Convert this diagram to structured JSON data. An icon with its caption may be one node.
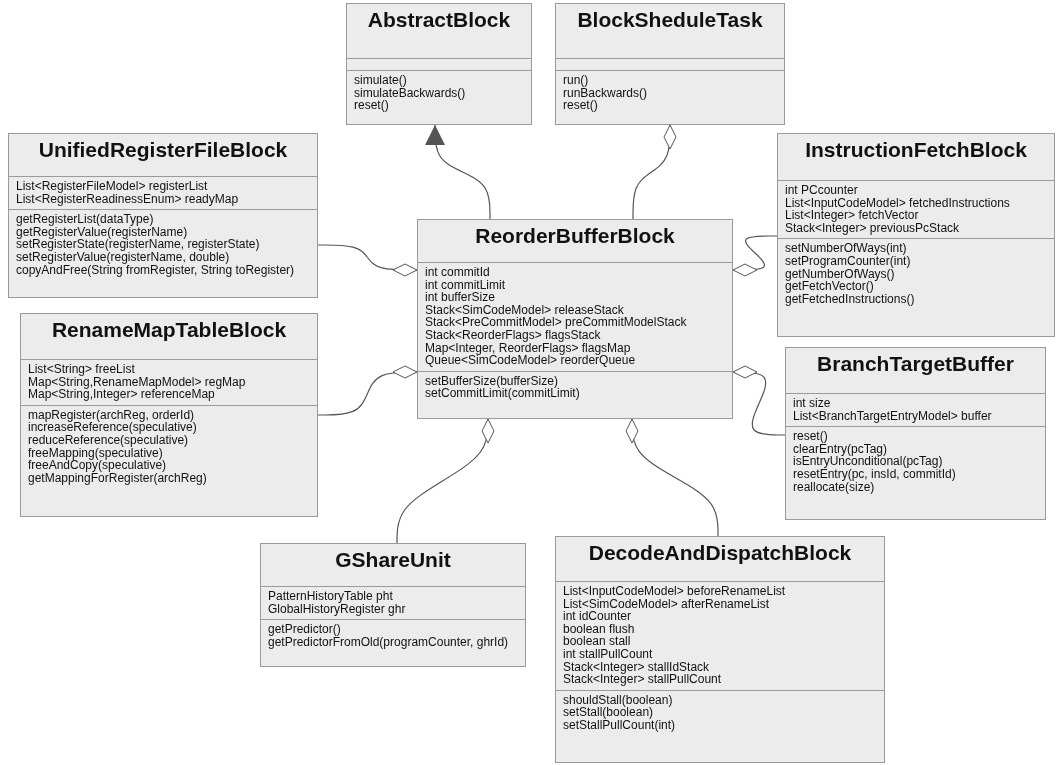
{
  "diagram": {
    "nodes": [
      {
        "text": [
          "AbstractBlock",
          "simulate()",
          "simulateBackwards()",
          "reset()"
        ]
      },
      {
        "text": [
          "BlockSheduleTask",
          "run()",
          "runBackwards()",
          "reset()"
        ]
      },
      {
        "text": [
          "UnifiedRegisterFileBlock",
          "List<RegisterFileModel> registerList",
          "List<RegisterReadinessEnum> readyMap",
          "getRegisterList(dataType)",
          "getRegisterValue(registerName)",
          "setRegisterState(registerName, registerState)",
          "setRegisterValue(registerName, double)",
          "copyAndFree(String fromRegister, String toRegister)"
        ]
      },
      {
        "text": [
          "InstructionFetchBlock",
          "int PCcounter",
          "List<InputCodeModel> fetchedInstructions",
          "List<Integer> fetchVector",
          "Stack<Integer> previousPcStack",
          "setNumberOfWays(int)",
          "setProgramCounter(int)",
          "getNumberOfWays()",
          "getFetchVector()",
          "getFetchedInstructions()"
        ]
      },
      {
        "text": [
          "ReorderBufferBlock",
          "int commitId",
          "int commitLimit",
          "int bufferSize",
          "Stack<SimCodeModel> releaseStack",
          "Stack<PreCommitModel> preCommitModelStack",
          "Stack<ReorderFlags> flagsStack",
          "Map<Integer, ReorderFlags> flagsMap",
          "Queue<SimCodeModel> reorderQueue",
          "setBufferSize(bufferSize)",
          "setCommitLimit(commitLimit)"
        ]
      },
      {
        "text": [
          "RenameMapTableBlock",
          "List<String> freeList",
          "Map<String,RenameMapModel> regMap",
          "Map<String,Integer> referenceMap",
          "mapRegister(archReg, orderId)",
          "increaseReference(speculative)",
          "reduceReference(speculative)",
          "freeMapping(speculative)",
          "freeAndCopy(speculative)",
          "getMappingForRegister(archReg)"
        ]
      },
      {
        "text": [
          "BranchTargetBuffer",
          "int size",
          "List<BranchTargetEntryModel> buffer",
          "reset()",
          "clearEntry(pcTag)",
          "isEntryUnconditional(pcTag)",
          "resetEntry(pc, insId, commitId)",
          "reallocate(size)"
        ]
      },
      {
        "text": [
          "GShareUnit",
          "PatternHistoryTable pht",
          "GlobalHistoryRegister ghr",
          "getPredictor()",
          "getPredictorFromOld(programCounter, ghrId)"
        ]
      },
      {
        "text": [
          "DecodeAndDispatchBlock",
          "List<InputCodeModel> beforeRenameList",
          "List<SimCodeModel> afterRenameList",
          "int idCounter",
          "boolean flush",
          "boolean stall",
          "int stallPullCount",
          "Stack<Integer> stallIdStack",
          "Stack<Integer> stallPullCount",
          "shouldStall(boolean)",
          "setStall(boolean)",
          "setStallPullCount(int)"
        ]
      }
    ],
    "edges": [
      {
        "from": 4,
        "to": 0,
        "arrow": "to"
      },
      {
        "from": 1,
        "to": 4,
        "arrow": "other"
      },
      {
        "from": 4,
        "to": 2,
        "arrow": "other"
      },
      {
        "from": 4,
        "to": 3,
        "arrow": "other"
      },
      {
        "from": 4,
        "to": 5,
        "arrow": "other"
      },
      {
        "from": 4,
        "to": 6,
        "arrow": "other"
      },
      {
        "from": 4,
        "to": 7,
        "arrow": "other"
      },
      {
        "from": 4,
        "to": 8,
        "arrow": "other"
      }
    ]
  }
}
